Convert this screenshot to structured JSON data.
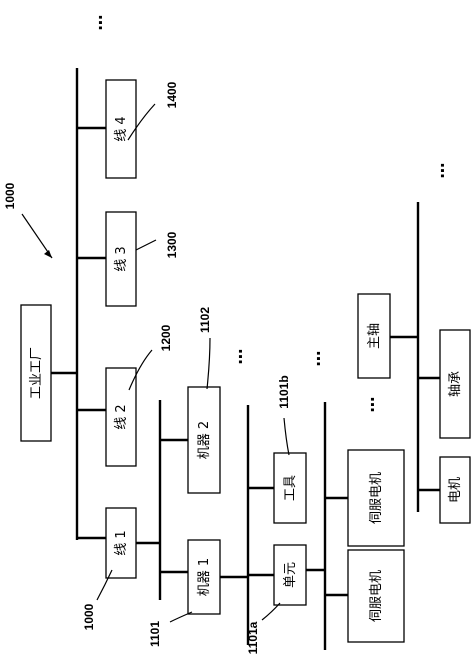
{
  "nodes": {
    "plant": "工业工厂",
    "line1": "线 1",
    "line2": "线 2",
    "line3": "线 3",
    "line4": "线 4",
    "machine1": "机器 1",
    "machine2": "机器 2",
    "unit": "单元",
    "tool": "工具",
    "servo1": "伺服电机",
    "servo2": "伺服电机",
    "spindle": "主轴",
    "bearing": "轴承",
    "motor": "电机"
  },
  "refs": {
    "r1000_top": "1000",
    "r1000_bottom": "1000",
    "r1200": "1200",
    "r1300": "1300",
    "r1400": "1400",
    "r1101": "1101",
    "r1102": "1102",
    "r1101a": "1101a",
    "r1101b": "1101b"
  },
  "ellipsis": "⋯"
}
